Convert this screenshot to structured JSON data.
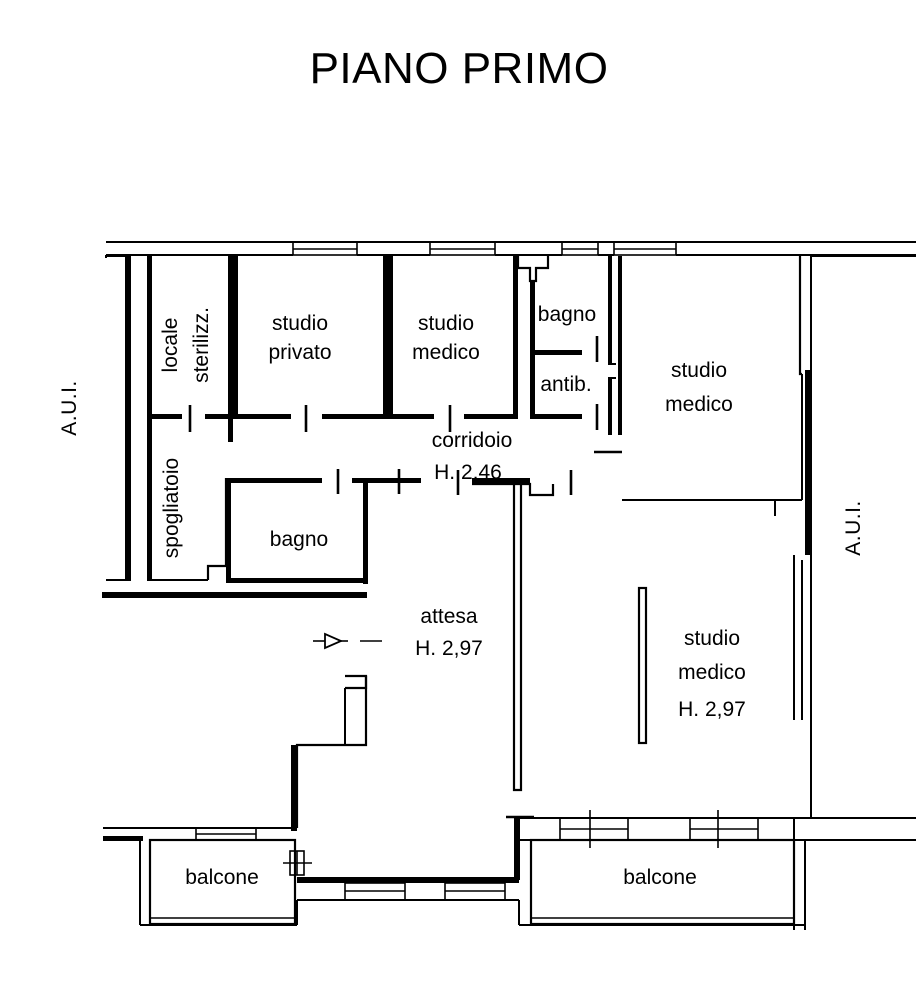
{
  "document": {
    "title": "PIANO PRIMO",
    "type": "floor-plan",
    "language": "it"
  },
  "colors": {
    "ink": "#000000",
    "paper": "#ffffff"
  },
  "rooms": [
    {
      "id": "locale-sterilizz",
      "label_line1": "locale",
      "label_line2": "sterilizz.",
      "orientation": "vertical"
    },
    {
      "id": "studio-privato",
      "label_line1": "studio",
      "label_line2": "privato",
      "orientation": "horizontal"
    },
    {
      "id": "studio-medico-1",
      "label_line1": "studio",
      "label_line2": "medico",
      "orientation": "horizontal"
    },
    {
      "id": "bagno-1",
      "label_line1": "bagno",
      "label_line2": "",
      "orientation": "horizontal"
    },
    {
      "id": "antibagno",
      "label_line1": "antib.",
      "label_line2": "",
      "orientation": "horizontal"
    },
    {
      "id": "studio-medico-2",
      "label_line1": "studio",
      "label_line2": "medico",
      "orientation": "horizontal"
    },
    {
      "id": "spogliatoio",
      "label_line1": "spogliatoio",
      "label_line2": "",
      "orientation": "vertical"
    },
    {
      "id": "bagno-2",
      "label_line1": "bagno",
      "label_line2": "",
      "orientation": "horizontal"
    },
    {
      "id": "corridoio",
      "label_line1": "corridoio",
      "label_line2": "H. 2,46",
      "orientation": "horizontal"
    },
    {
      "id": "attesa",
      "label_line1": "attesa",
      "label_line2": "H. 2,97",
      "orientation": "horizontal"
    },
    {
      "id": "studio-medico-3",
      "label_line1": "studio",
      "label_line2": "medico",
      "label_line3": "H. 2,97",
      "orientation": "horizontal"
    },
    {
      "id": "balcone-left",
      "label_line1": "balcone",
      "label_line2": "",
      "orientation": "horizontal"
    },
    {
      "id": "balcone-right",
      "label_line1": "balcone",
      "label_line2": "",
      "orientation": "horizontal"
    }
  ],
  "labels": {
    "locale": "locale",
    "sterilizz": "sterilizz.",
    "studio": "studio",
    "privato": "privato",
    "medico": "medico",
    "bagno": "bagno",
    "antib": "antib.",
    "spogliatoio": "spogliatoio",
    "corridoio": "corridoio",
    "attesa": "attesa",
    "balcone": "balcone",
    "aui_left": "A.U.I.",
    "aui_right": "A.U.I."
  },
  "heights": {
    "corridoio": "H. 2,46",
    "attesa": "H. 2,97",
    "studio_medico_3": "H. 2,97"
  },
  "annotations": {
    "entrance_marker": "entrance-arrow"
  }
}
